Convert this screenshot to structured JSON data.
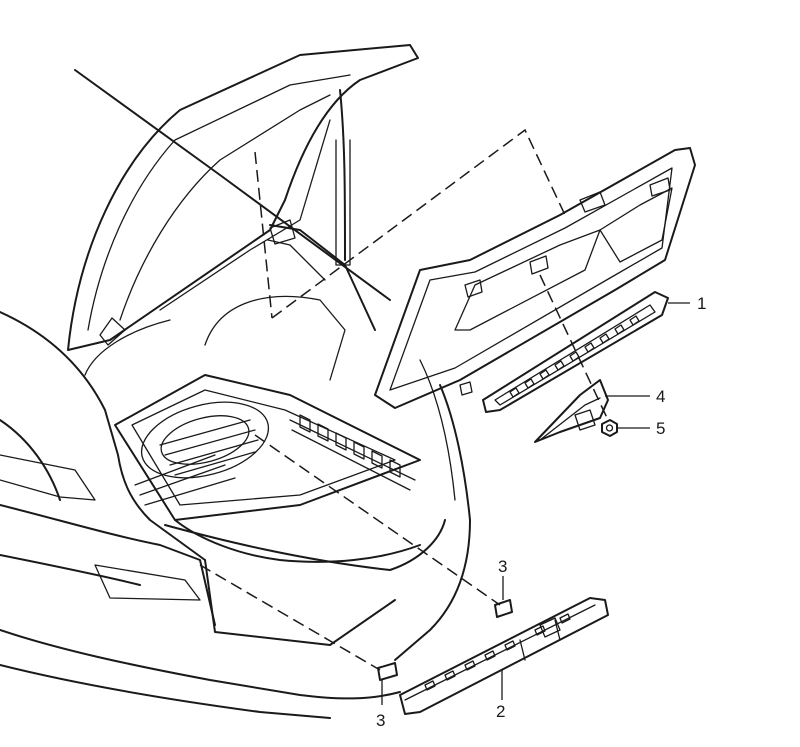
{
  "callouts": {
    "trim_strip_top": "1",
    "trim_strip_bottom": "2",
    "clip_upper": "3",
    "clip_lower": "3",
    "bracket": "4",
    "nut": "5"
  },
  "colors": {
    "line": "#1a1a1a",
    "background": "#ffffff"
  }
}
